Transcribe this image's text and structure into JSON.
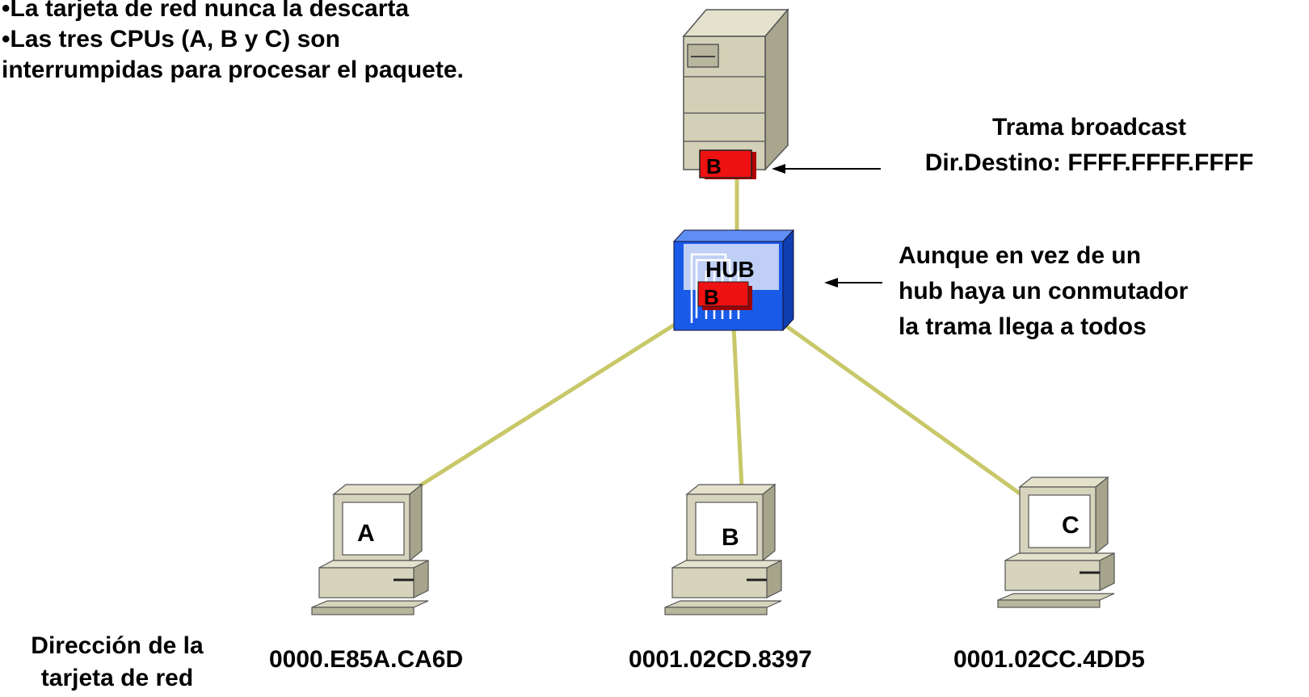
{
  "notes": [
    "•La tarjeta de red nunca la descarta",
    "•Las tres CPUs (A, B y C) son",
    "interrumpidas para procesar el paquete."
  ],
  "frame_note": {
    "line1": "Trama broadcast",
    "line2": "Dir.Destino: FFFF.FFFF.FFFF"
  },
  "switch_note": [
    "Aunque en vez de un",
    "hub haya un conmutador",
    "la trama llega a todos"
  ],
  "server": {
    "nic_label": "B"
  },
  "hub": {
    "label": "HUB",
    "packet_label": "B"
  },
  "address_caption": [
    "Dirección de la",
    "tarjeta de red"
  ],
  "hosts": [
    {
      "label": "A",
      "mac": "0000.E85A.CA6D"
    },
    {
      "label": "B",
      "mac": "0001.02CD.8397"
    },
    {
      "label": "C",
      "mac": "0001.02CC.4DD5"
    }
  ],
  "colors": {
    "cable": "#c8c86a",
    "hub_blue": "#1a5ae8",
    "packet_red": "#ee1111",
    "computer_beige": "#d6d4bc",
    "computer_shadow": "#a6a48a"
  }
}
